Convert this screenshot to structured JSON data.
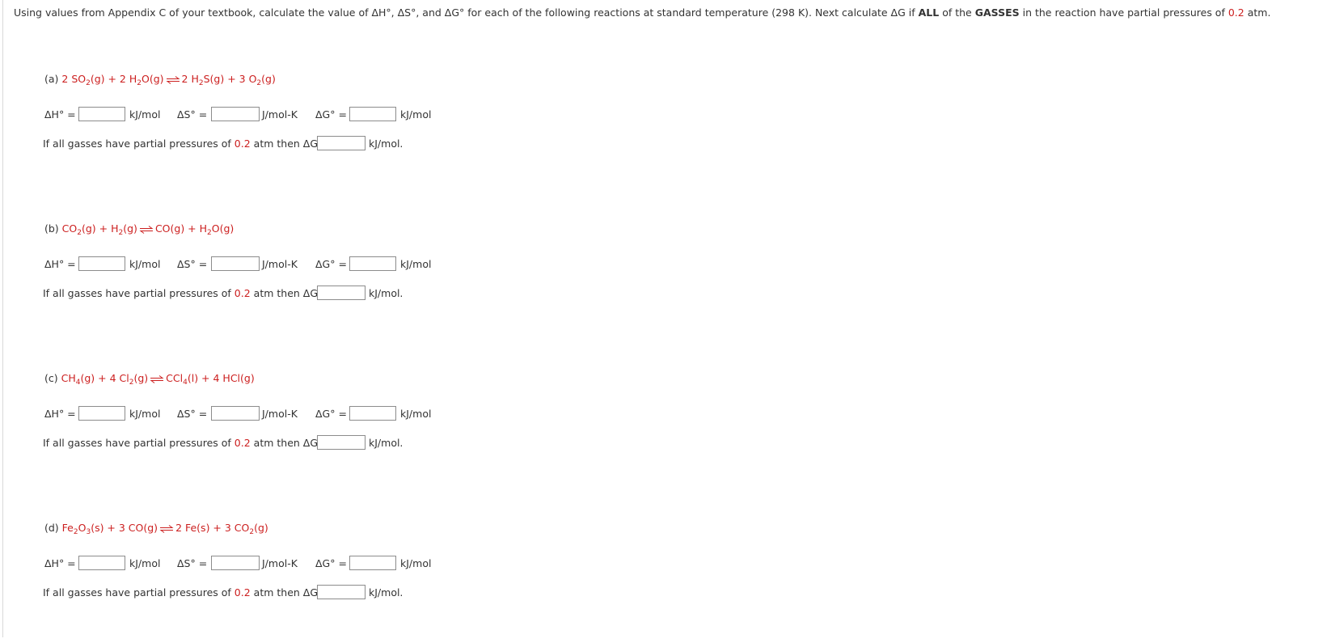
{
  "instructions": {
    "part1": "Using values from Appendix C of your textbook, calculate the value of ΔH°, ΔS°, and ΔG° for each of the following reactions at standard temperature (298 K). Next calculate ΔG if ",
    "all": "ALL",
    "part2": " of the ",
    "gasses": "GASSES",
    "part3": " in the reaction have partial pressures of ",
    "pressure": "0.2",
    "part4": " atm."
  },
  "labels": {
    "dH": "ΔH° =",
    "dS": "ΔS° =",
    "dG": "ΔG° =",
    "unit_kj": "kJ/mol",
    "unit_j": "J/mol-K",
    "unit_kj_period": "kJ/mol.",
    "partial_pre": "If all gasses have partial pressures of ",
    "partial_val": "0.2",
    "partial_post": " atm then ΔG ="
  },
  "reactions": [
    {
      "letter": "(a)",
      "lhs": "2 SO<sub>2</sub>(g) + 2 H<sub>2</sub>O(g)",
      "rhs": "2 H<sub>2</sub>S(g) + 3 O<sub>2</sub>(g)"
    },
    {
      "letter": "(b)",
      "lhs": "CO<sub>2</sub>(g) + H<sub>2</sub>(g)",
      "rhs": "CO(g) + H<sub>2</sub>O(g)"
    },
    {
      "letter": "(c)",
      "lhs": "CH<sub>4</sub>(g) + 4 Cl<sub>2</sub>(g)",
      "rhs": "CCl<sub>4</sub>(l) + 4 HCl(g)"
    },
    {
      "letter": "(d)",
      "lhs": "Fe<sub>2</sub>O<sub>3</sub>(s) + 3 CO(g)",
      "rhs": "2 Fe(s) + 3 CO<sub>2</sub>(g)"
    }
  ]
}
